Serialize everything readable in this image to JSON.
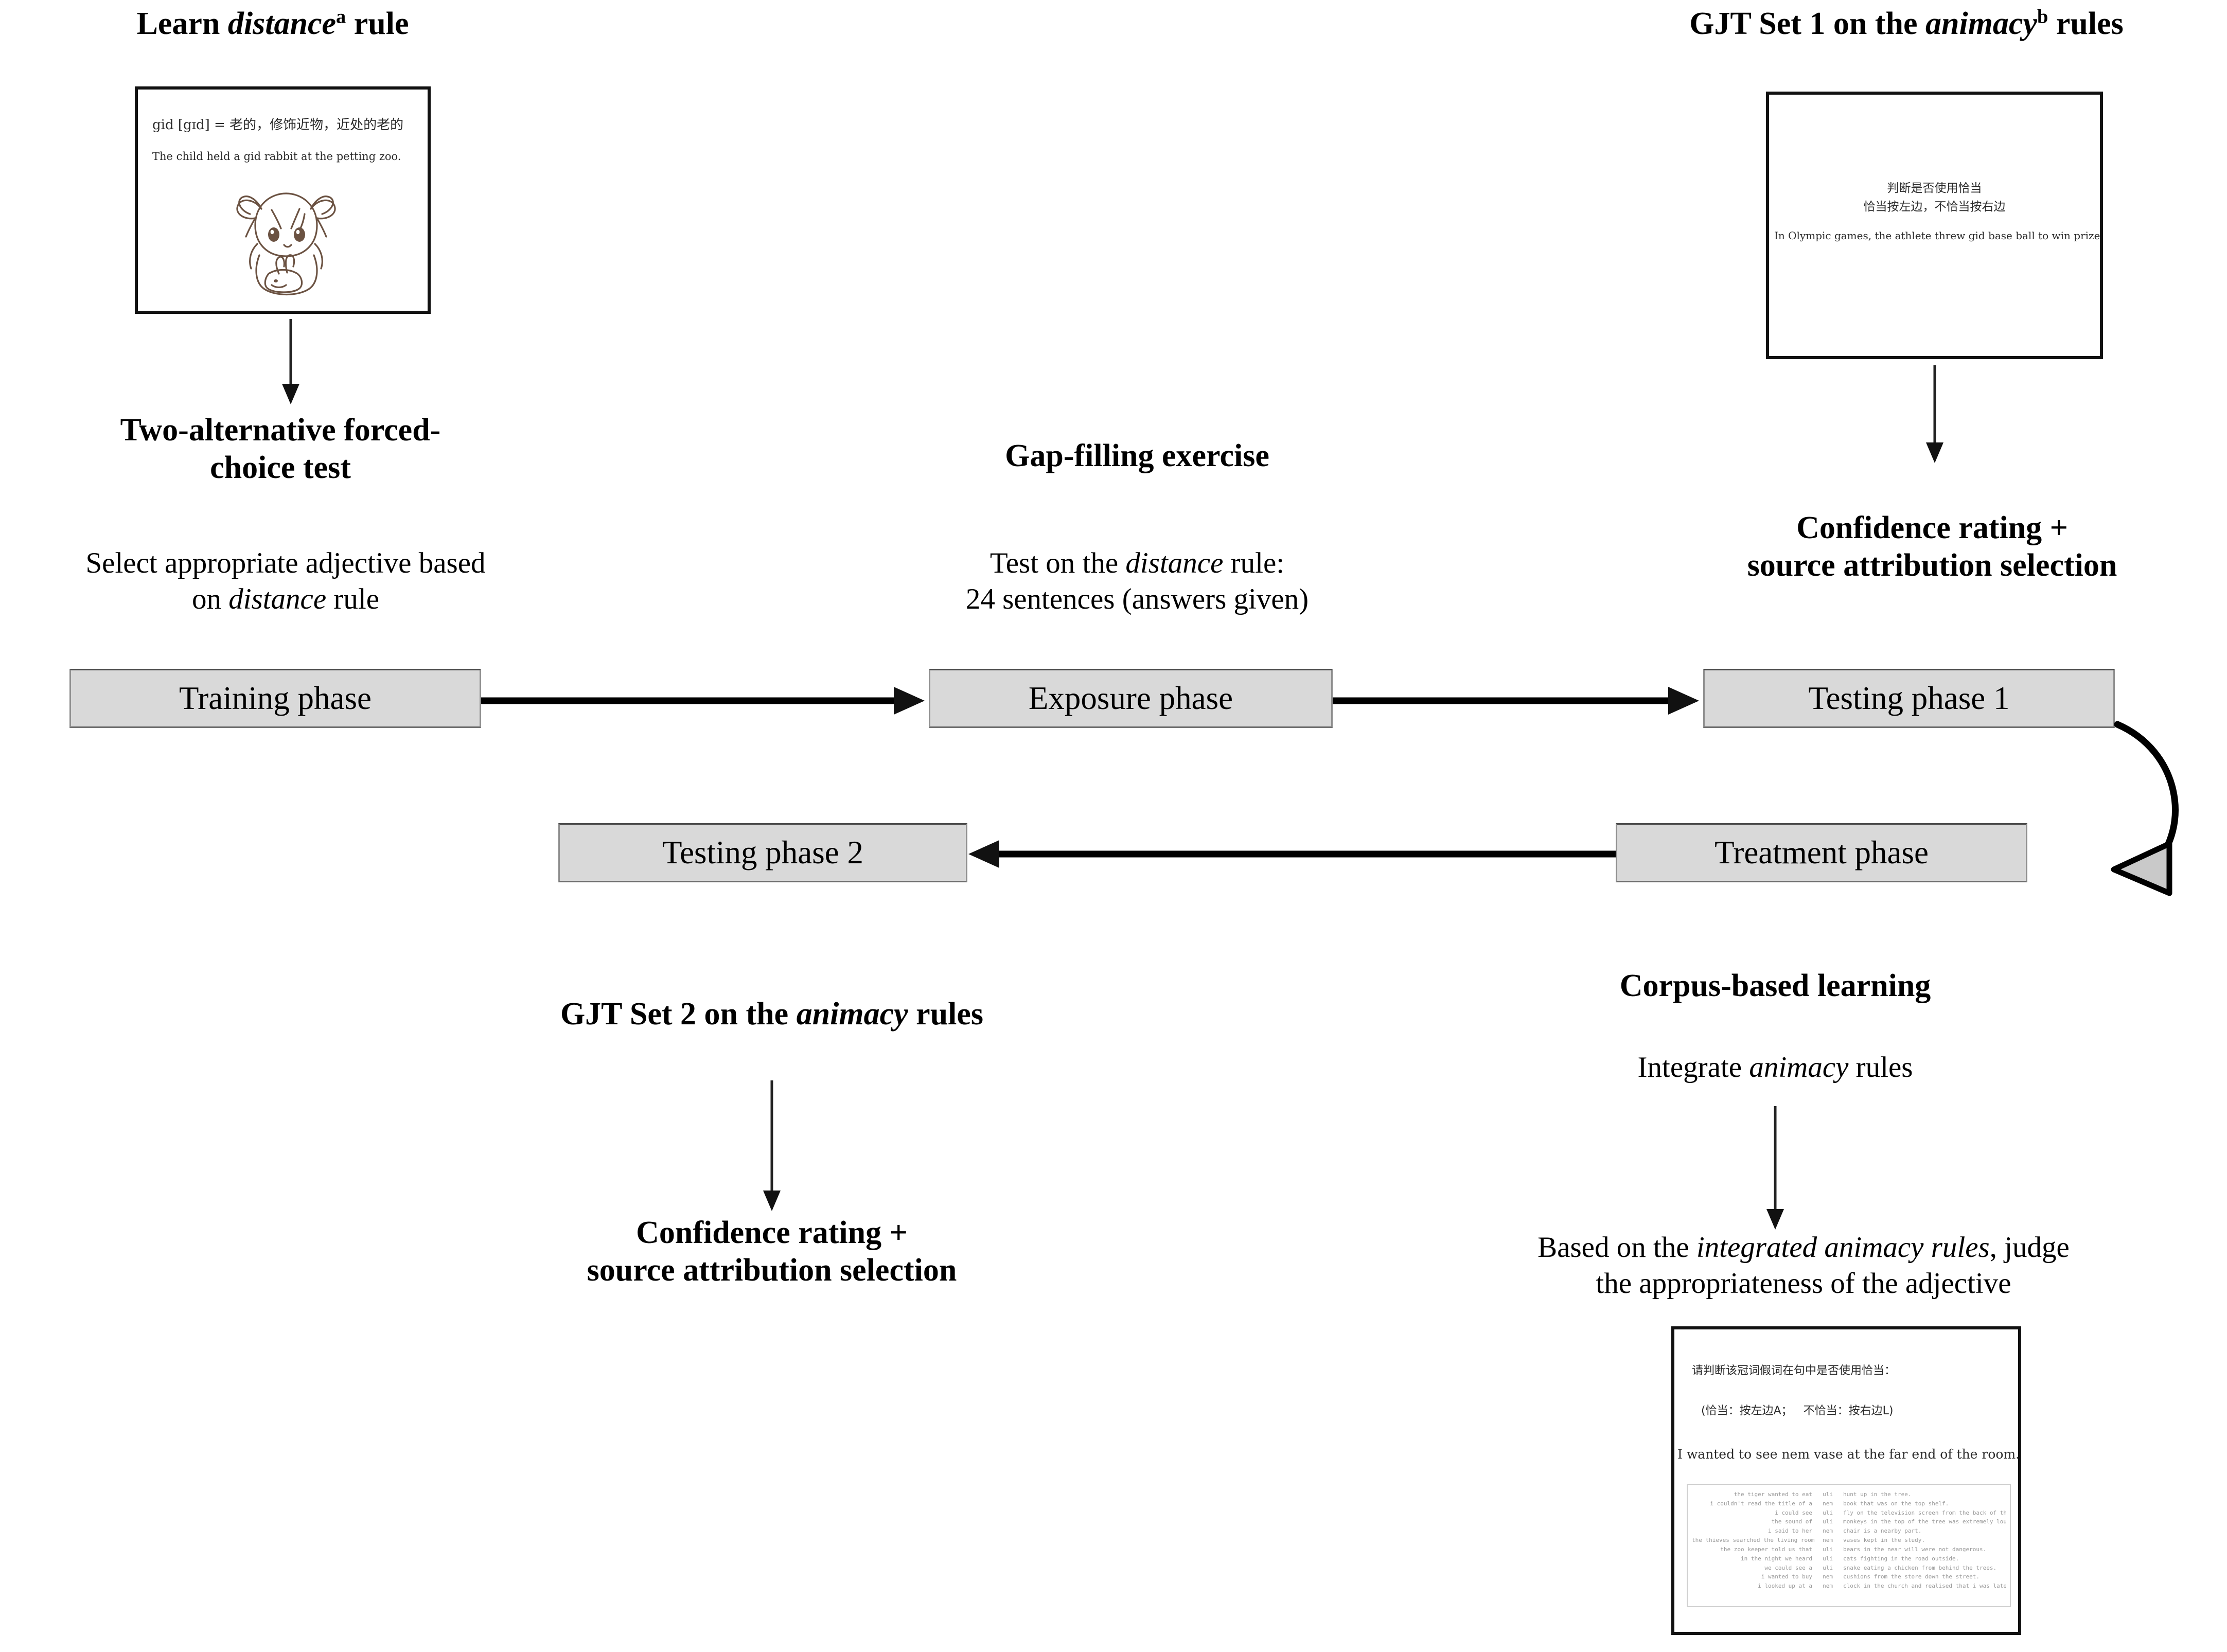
{
  "diagram": {
    "title_left": "Learn distance",
    "headings": {
      "learn_distance_pre": "Learn ",
      "learn_distance_em": "distance",
      "learn_distance_sup": "a",
      "learn_distance_post": " rule",
      "gjt1_pre": "GJT Set 1 on the ",
      "gjt1_em": "animacy",
      "gjt1_sup": "b",
      "gjt1_post": " rules",
      "two_afc_line1": "Two-alternative forced-",
      "two_afc_line2": "choice test",
      "gap_filling": "Gap-filling exercise",
      "confidence_line1": "Confidence rating +",
      "confidence_line2": "source attribution selection",
      "gjt2_pre": "GJT Set 2 on the ",
      "gjt2_em": "animacy",
      "gjt2_post": " rules",
      "corpus_learning": "Corpus-based learning"
    },
    "subtexts": {
      "two_afc_line1": "Select appropriate adjective based",
      "two_afc_line2_pre": "on ",
      "two_afc_line2_em": "distance",
      "two_afc_line2_post": " rule",
      "gap_line1_pre": "Test on the ",
      "gap_line1_em": "distance",
      "gap_line1_post": " rule:",
      "gap_line2": "24 sentences (answers given)",
      "integrate_pre": "Integrate ",
      "integrate_em": "animacy",
      "integrate_post": " rules",
      "judge_line1_pre": "Based on the ",
      "judge_line1_em": "integrated animacy rules",
      "judge_line1_post": ", judge",
      "judge_line2": "the appropriateness of the adjective"
    },
    "phases": [
      {
        "id": "training",
        "label": "Training phase"
      },
      {
        "id": "exposure",
        "label": "Exposure phase"
      },
      {
        "id": "testing1",
        "label": "Testing phase 1"
      },
      {
        "id": "treatment",
        "label": "Treatment phase"
      },
      {
        "id": "testing2",
        "label": "Testing phase 2"
      }
    ],
    "screenshots": {
      "training_stimulus": {
        "gloss": "gid [gɪd] = 老的，修饰近物，近处的老的",
        "example": "The child held a gid rabbit at the petting zoo.",
        "image_alt": "line-drawing of a child holding a rabbit"
      },
      "gjt1_stimulus": {
        "instruction_line1": "判断是否使用恰当",
        "instruction_line2": "恰当按左边，不恰当按右边",
        "sentence": "In Olympic games, the athlete threw gid base ball to win prizes."
      },
      "treatment_stimulus": {
        "instruction_line1": "请判断该冠词假词在句中是否使用恰当：",
        "instruction_line2": "(恰当：按左边A；   不恰当：按右边L)",
        "sentence": "I wanted to see nem vase at the far end of the room.",
        "concordance": [
          {
            "left": "the tiger wanted to eat",
            "key": "uli",
            "right": "hunt up in the tree."
          },
          {
            "left": "i couldn't read the title of a",
            "key": "nem",
            "right": "book that was on the top shelf."
          },
          {
            "left": "i could see",
            "key": "uli",
            "right": "fly on the television screen from the back of the room."
          },
          {
            "left": "the sound of",
            "key": "uli",
            "right": "monkeys in the top of the tree was extremely loud."
          },
          {
            "left": "i said to her",
            "key": "nem",
            "right": "chair is a nearby part."
          },
          {
            "left": "the thieves searched the living room for",
            "key": "nem",
            "right": "vases kept in the study."
          },
          {
            "left": "the zoo keeper told us that",
            "key": "uli",
            "right": "bears in the near will were not dangerous."
          },
          {
            "left": "in the night we heard",
            "key": "uli",
            "right": "cats fighting in the road outside."
          },
          {
            "left": "we could see a",
            "key": "uli",
            "right": "snake eating a chicken from behind the trees."
          },
          {
            "left": "i wanted to buy",
            "key": "nem",
            "right": "cushions from the store down the street."
          },
          {
            "left": "i looked up at a",
            "key": "nem",
            "right": "clock in the church and realised that i was late."
          }
        ]
      }
    },
    "colors": {
      "phase_fill": "#d9d9d9",
      "phase_border": "#8f8f8f",
      "arrow": "#000000",
      "arrowhead_fill": "#c9c9c9",
      "shot_border": "#111111"
    }
  }
}
